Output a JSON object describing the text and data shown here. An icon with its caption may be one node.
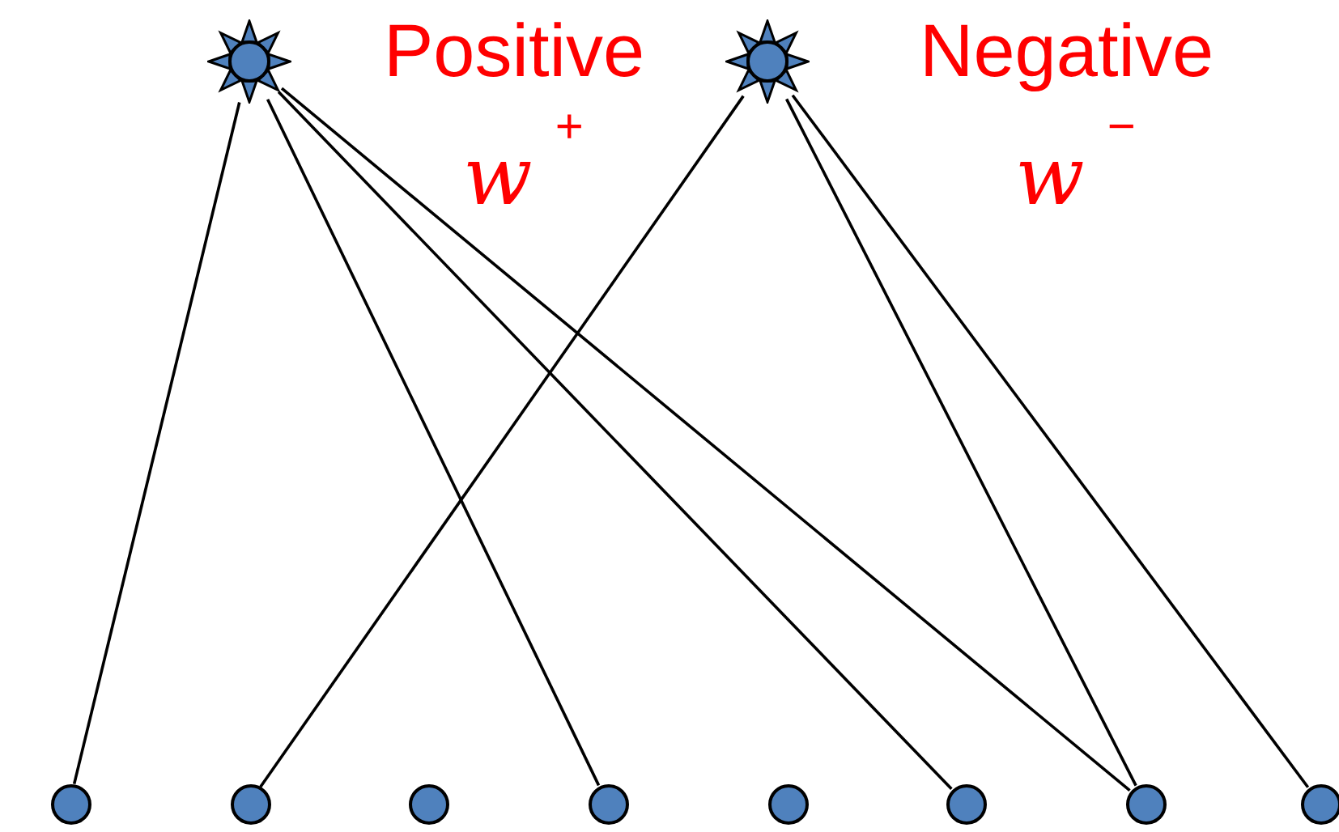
{
  "diagram": {
    "nodes": [
      {
        "text": [],
        "shape": "star",
        "beside": [
          "Positive",
          "*w*$^{+}$"
        ]
      },
      {
        "text": [],
        "shape": "star",
        "beside": [
          "Negative",
          "*w*$^{−}$"
        ]
      },
      {
        "text": [],
        "shape": "circle"
      },
      {
        "text": [],
        "shape": "circle"
      },
      {
        "text": [],
        "shape": "circle"
      },
      {
        "text": [],
        "shape": "circle"
      },
      {
        "text": [],
        "shape": "circle"
      },
      {
        "text": [],
        "shape": "circle"
      },
      {
        "text": [],
        "shape": "circle"
      },
      {
        "text": [],
        "shape": "circle"
      }
    ],
    "edges": [
      {
        "from": 0,
        "to": 2,
        "arrow": "none"
      },
      {
        "from": 0,
        "to": 5,
        "arrow": "none"
      },
      {
        "from": 0,
        "to": 7,
        "arrow": "none"
      },
      {
        "from": 0,
        "to": 8,
        "arrow": "none"
      },
      {
        "from": 1,
        "to": 3,
        "arrow": "none"
      },
      {
        "from": 1,
        "to": 8,
        "arrow": "none"
      },
      {
        "from": 1,
        "to": 9,
        "arrow": "none"
      }
    ]
  }
}
